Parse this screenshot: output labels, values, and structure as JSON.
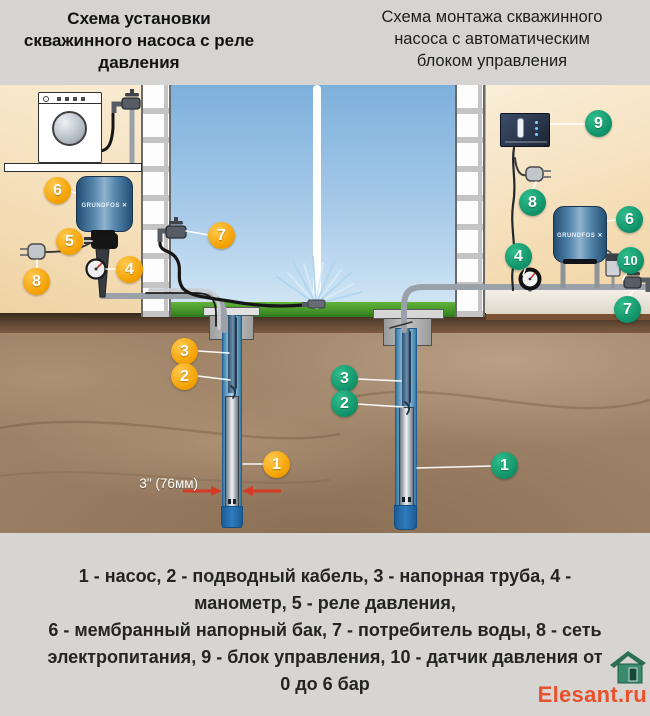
{
  "titles": {
    "left": {
      "l1": "Схема установки",
      "l2": "скважинного насоса с реле",
      "l3": "давления"
    },
    "right": {
      "l1": "Схема монтажа скважинного",
      "l2": "насоса с автоматическим",
      "l3": "блоком управления"
    }
  },
  "legend": {
    "l1": "1 - насос, 2 - подводный кабель, 3 - напорная труба, 4 -",
    "l2": "манометр, 5 - реле давления,",
    "l3": "6 - мембранный напорный бак, 7 - потребитель воды, 8 - сеть",
    "l4": "электропитания, 9 - блок управления, 10 - датчик давления от",
    "l5": "0 до 6 бар"
  },
  "labels": {
    "pipe_size": "3\" (76мм)",
    "tank_brand": "GRUNDFOS ✕"
  },
  "watermark": {
    "text": "Elesant.ru",
    "color": "#e8512c"
  },
  "icons": {
    "logo": "house-icon"
  },
  "callouts": {
    "left": {
      "c1": "1",
      "c2": "2",
      "c3": "3",
      "c4": "4",
      "c5": "5",
      "c6": "6",
      "c7": "7",
      "c8": "8",
      "color": "#f3a000"
    },
    "right": {
      "c1": "1",
      "c2": "2",
      "c3": "3",
      "c4": "4",
      "c6": "6",
      "c7": "7",
      "c8": "8",
      "c9": "9",
      "c10": "10",
      "color": "#119269"
    }
  }
}
